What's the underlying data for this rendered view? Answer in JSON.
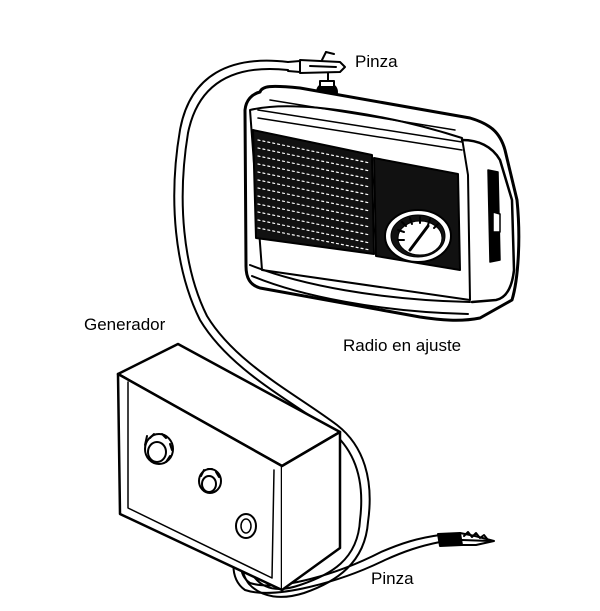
{
  "labels": {
    "pinza_top": "Pinza",
    "generador": "Generador",
    "radio": "Radio en ajuste",
    "pinza_bottom": "Pinza"
  },
  "colors": {
    "ink": "#000000",
    "paper": "#ffffff"
  }
}
